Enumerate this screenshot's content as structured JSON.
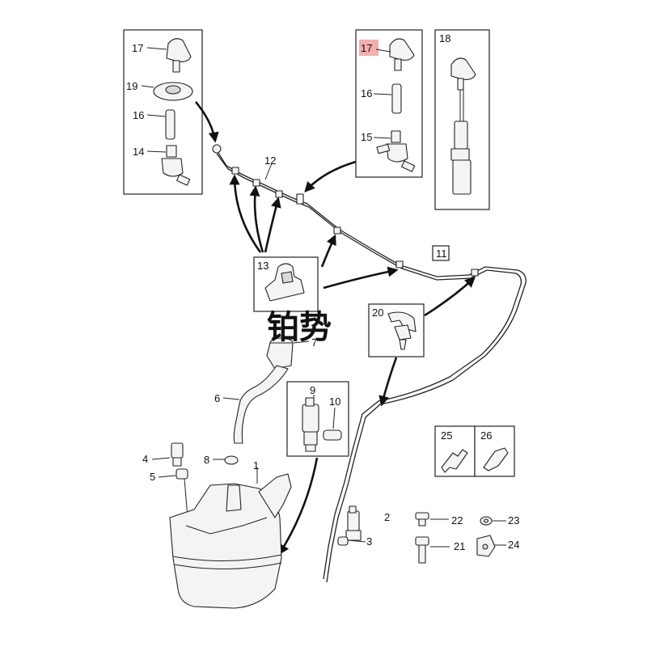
{
  "labels": {
    "l1": "1",
    "l2": "2",
    "l3": "3",
    "l4": "4",
    "l5": "5",
    "l6": "6",
    "l7": "7",
    "l8": "8",
    "l9": "9",
    "l10": "10",
    "l11": "11",
    "l12": "12",
    "l13": "13",
    "l14": "14",
    "l15": "15",
    "l16a": "16",
    "l16b": "16",
    "l17a": "17",
    "l17b": "17",
    "l18": "18",
    "l19": "19",
    "l20": "20",
    "l21": "21",
    "l22": "22",
    "l23": "23",
    "l24": "24",
    "l25": "25",
    "l26": "26"
  },
  "watermark": "铂势",
  "highlight_color": "#f3a0a0"
}
